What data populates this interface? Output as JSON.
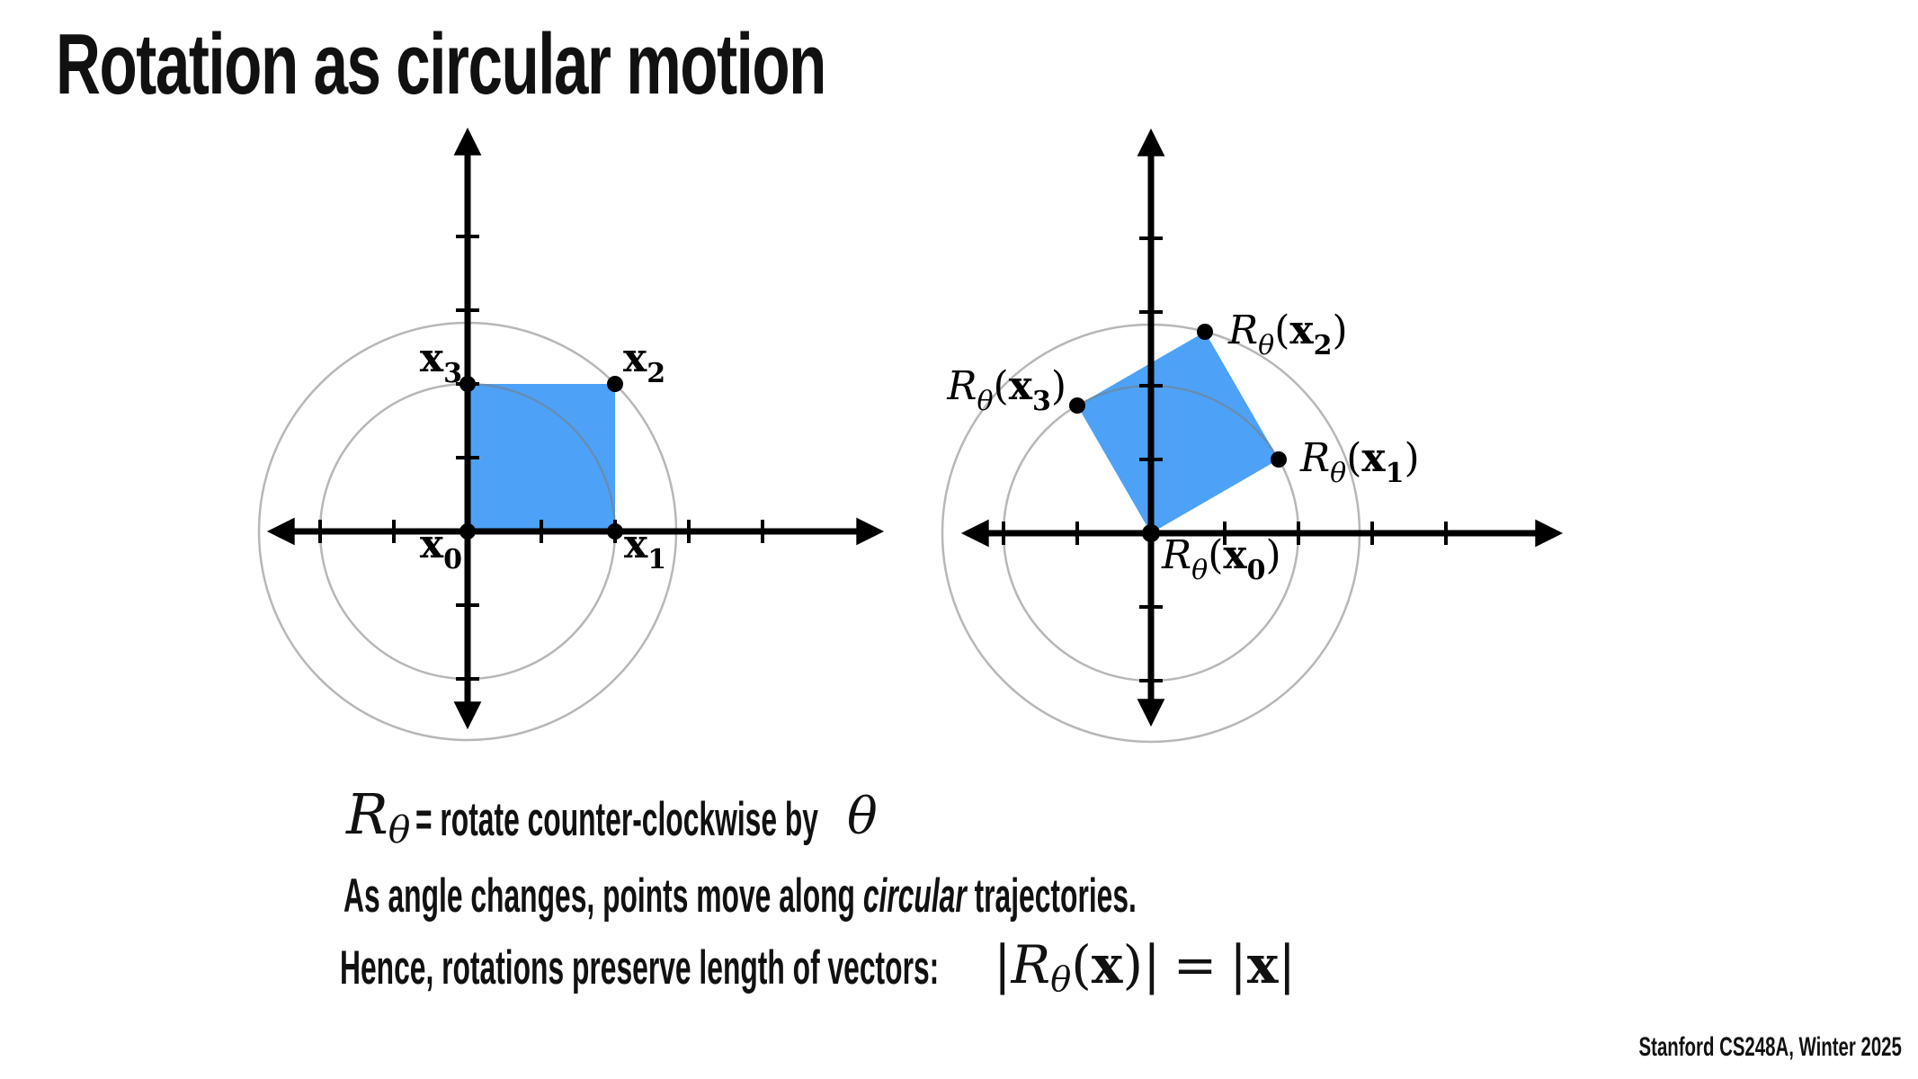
{
  "slide": {
    "title": "Rotation as circular motion",
    "footer": "Stanford CS248A, Winter 2025"
  },
  "math": {
    "R": "R",
    "theta": "θ",
    "x": "x",
    "open": "(",
    "close": ")",
    "pipe": "|",
    "equals": "="
  },
  "caption": {
    "line1": {
      "lhs_R": "R",
      "lhs_sub": "θ",
      "text": "= rotate counter-clockwise by",
      "rhs_theta": "θ"
    },
    "line2": {
      "pre": "As angle changes, points move along ",
      "emphasis": "circular",
      "post": " trajectories."
    },
    "line3": {
      "text": "Hence, rotations preserve length of vectors:"
    }
  },
  "diagrams": {
    "left": {
      "points": [
        {
          "base": "x",
          "sub": "0",
          "coords": [
            0,
            0
          ]
        },
        {
          "base": "x",
          "sub": "1",
          "coords": [
            1,
            0
          ]
        },
        {
          "base": "x",
          "sub": "2",
          "coords": [
            1,
            1
          ]
        },
        {
          "base": "x",
          "sub": "3",
          "coords": [
            0,
            1
          ]
        }
      ]
    },
    "right": {
      "rotation_deg": 30,
      "points": [
        {
          "base": "x",
          "sub": "0",
          "coords": [
            0,
            0
          ]
        },
        {
          "base": "x",
          "sub": "1",
          "coords": [
            0.87,
            0.5
          ]
        },
        {
          "base": "x",
          "sub": "2",
          "coords": [
            0.37,
            1.37
          ]
        },
        {
          "base": "x",
          "sub": "3",
          "coords": [
            -0.5,
            0.87
          ]
        }
      ]
    }
  },
  "colors": {
    "square_fill": "#4DA2F7",
    "circle_stroke": "#B4B4B4",
    "axis": "#000000",
    "text": "#111111",
    "background": "#FFFFFF"
  }
}
